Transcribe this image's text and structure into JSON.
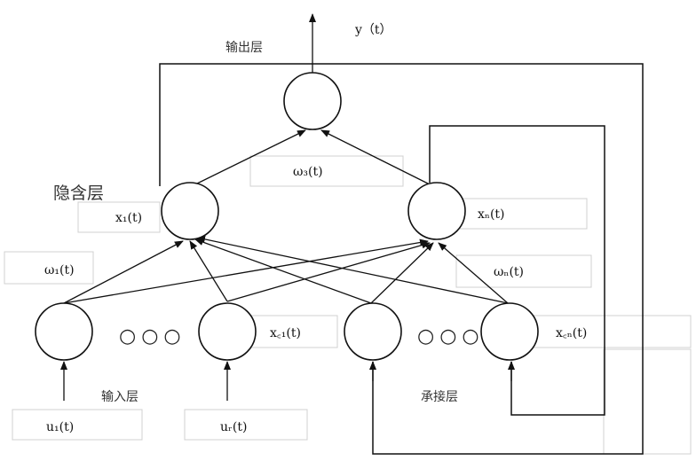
{
  "labels": {
    "output_signal": "y（t）",
    "output_layer": "输出层",
    "hidden_layer": "隐含层",
    "input_layer": "输入层",
    "context_layer": "承接层",
    "w3": "ω₃(t)",
    "w1": "ω₁(t)",
    "wn": "ωₙ(t)",
    "x1": "x₁(t)",
    "xn": "xₙ(t)",
    "xc1": "x꜀₁(t)",
    "xcn": "x꜀ₙ(t)",
    "u1": "u₁(t)",
    "ur": "uᵣ(t)",
    "dots_left": "○○○",
    "dots_right": "○○○"
  }
}
